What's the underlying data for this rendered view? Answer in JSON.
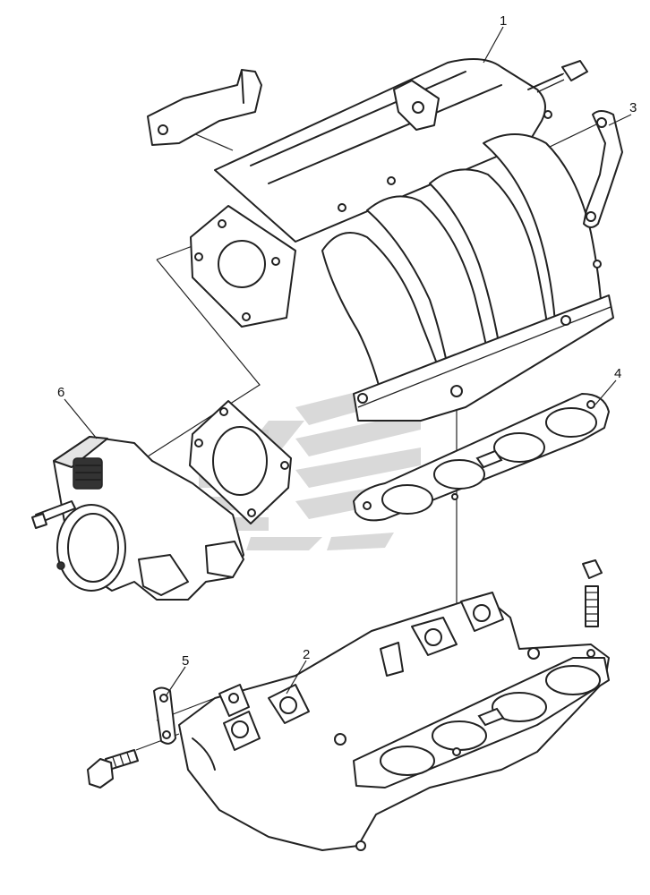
{
  "callouts": [
    {
      "id": "1",
      "text": "1"
    },
    {
      "id": "2",
      "text": "2"
    },
    {
      "id": "3",
      "text": "3"
    },
    {
      "id": "4",
      "text": "4"
    },
    {
      "id": "5",
      "text": "5"
    },
    {
      "id": "6",
      "text": "6"
    }
  ],
  "colors": {
    "line": "#222222",
    "background": "#ffffff",
    "watermark": "#cccccc"
  }
}
